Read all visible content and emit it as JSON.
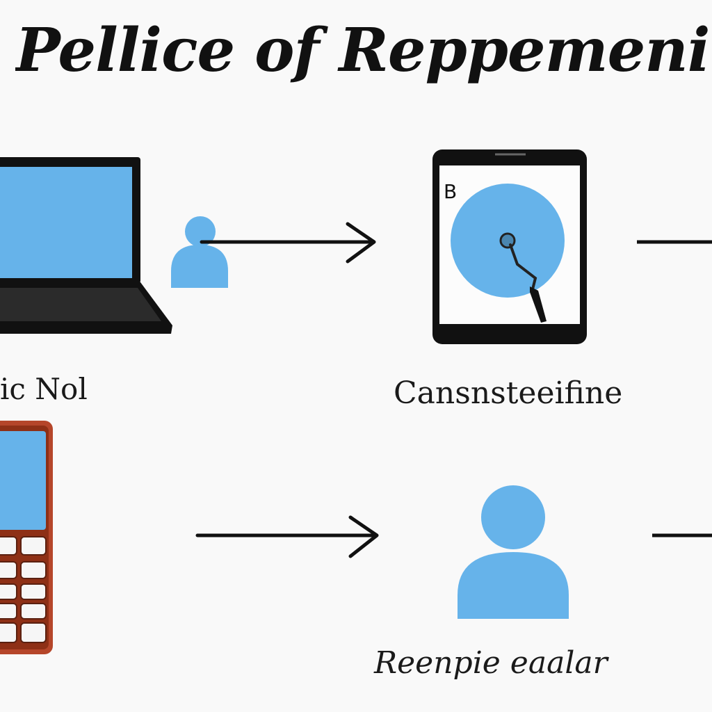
{
  "title": "Pellice of Reppemenie",
  "labels": {
    "laptop_label": "ic Nol",
    "tablet_label": "Cansnsteeifine",
    "person_label": "Reenpie eaalar"
  },
  "icons": {
    "laptop": "laptop-icon",
    "user_small": "user-icon",
    "tablet": "tablet-icon",
    "hard_disk": "disk-icon",
    "phone": "mobile-phone-icon",
    "user_large": "user-icon"
  },
  "tablet_mark": "B",
  "colors": {
    "accent_blue": "#66b3ea",
    "device_dark": "#111111",
    "phone_frame": "#b5462a",
    "arrow": "#111111"
  }
}
